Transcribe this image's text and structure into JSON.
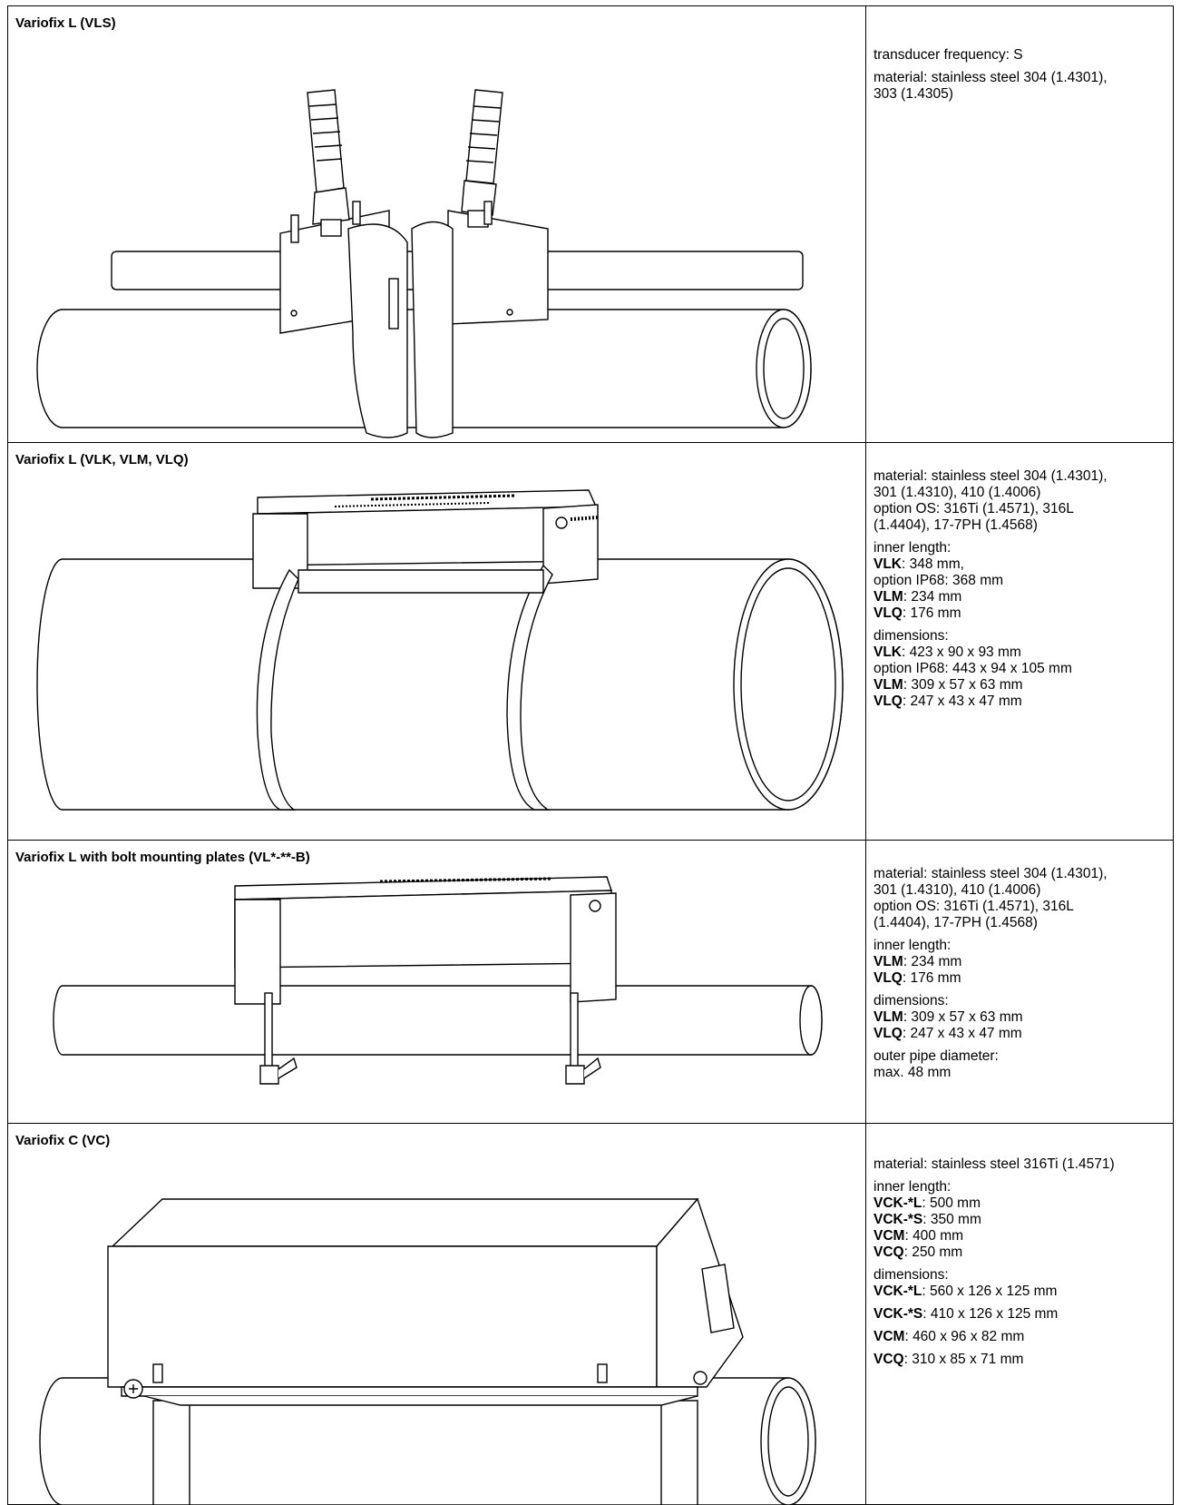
{
  "sections": [
    {
      "title": "Variofix L (VLS)",
      "figure": "variofix-l-vls-drawing",
      "specs": [
        {
          "lines": [
            {
              "bold": "",
              "text": "transducer frequency: S"
            }
          ]
        },
        {
          "lines": [
            {
              "bold": "",
              "text": "material: stainless steel 304 (1.4301),"
            },
            {
              "bold": "",
              "text": "303 (1.4305)"
            }
          ]
        }
      ]
    },
    {
      "title": "Variofix L (VLK, VLM, VLQ)",
      "figure": "variofix-l-vlk-drawing",
      "specs": [
        {
          "lines": [
            {
              "bold": "",
              "text": "material: stainless steel 304 (1.4301),"
            },
            {
              "bold": "",
              "text": "301 (1.4310), 410 (1.4006)"
            },
            {
              "bold": "",
              "text": "option OS: 316Ti (1.4571), 316L"
            },
            {
              "bold": "",
              "text": "(1.4404), 17-7PH (1.4568)"
            }
          ]
        },
        {
          "lines": [
            {
              "bold": "",
              "text": "inner length:"
            },
            {
              "bold": "VLK",
              "text": ": 348 mm,"
            },
            {
              "bold": "",
              "text": "option IP68: 368 mm"
            },
            {
              "bold": "VLM",
              "text": ": 234 mm"
            },
            {
              "bold": "VLQ",
              "text": ": 176 mm"
            }
          ]
        },
        {
          "lines": [
            {
              "bold": "",
              "text": "dimensions:"
            },
            {
              "bold": "VLK",
              "text": ": 423 x 90 x 93 mm"
            },
            {
              "bold": "",
              "text": "option IP68: 443 x 94 x 105 mm"
            },
            {
              "bold": "VLM",
              "text": ": 309 x 57 x 63 mm"
            },
            {
              "bold": "VLQ",
              "text": ": 247 x 43 x 47 mm"
            }
          ]
        }
      ]
    },
    {
      "title": "Variofix L with bolt mounting plates (VL*-**-B)",
      "figure": "variofix-l-bolt-drawing",
      "specs": [
        {
          "lines": [
            {
              "bold": "",
              "text": "material: stainless steel 304 (1.4301),"
            },
            {
              "bold": "",
              "text": "301 (1.4310), 410 (1.4006)"
            },
            {
              "bold": "",
              "text": "option OS: 316Ti (1.4571), 316L"
            },
            {
              "bold": "",
              "text": "(1.4404), 17-7PH (1.4568)"
            }
          ]
        },
        {
          "lines": [
            {
              "bold": "",
              "text": "inner length:"
            },
            {
              "bold": "VLM",
              "text": ": 234 mm"
            },
            {
              "bold": "VLQ",
              "text": ": 176 mm"
            }
          ]
        },
        {
          "lines": [
            {
              "bold": "",
              "text": "dimensions:"
            },
            {
              "bold": "VLM",
              "text": ": 309 x 57 x 63 mm"
            },
            {
              "bold": "VLQ",
              "text": ": 247 x 43 x 47 mm"
            }
          ]
        },
        {
          "lines": [
            {
              "bold": "",
              "text": "outer pipe diameter:"
            },
            {
              "bold": "",
              "text": "max. 48 mm"
            }
          ]
        }
      ]
    },
    {
      "title": "Variofix C (VC)",
      "figure": "variofix-c-drawing",
      "specs": [
        {
          "lines": [
            {
              "bold": "",
              "text": "material: stainless steel 316Ti (1.4571)"
            }
          ]
        },
        {
          "lines": [
            {
              "bold": "",
              "text": "inner length:"
            },
            {
              "bold": "VCK-*L",
              "text": ": 500 mm"
            },
            {
              "bold": "VCK-*S",
              "text": ": 350 mm"
            },
            {
              "bold": "VCM",
              "text": ": 400 mm"
            },
            {
              "bold": "VCQ",
              "text": ": 250 mm"
            }
          ]
        },
        {
          "lines": [
            {
              "bold": "",
              "text": "dimensions:"
            },
            {
              "bold": "VCK-*L",
              "text": ": 560 x 126 x 125 mm"
            }
          ]
        },
        {
          "lines": [
            {
              "bold": "VCK-*S",
              "text": ": 410 x 126 x 125 mm"
            }
          ]
        },
        {
          "lines": [
            {
              "bold": "VCM",
              "text": ": 460 x 96 x 82 mm"
            }
          ]
        },
        {
          "lines": [
            {
              "bold": "VCQ",
              "text": ": 310 x 85 x 71 mm"
            }
          ]
        }
      ]
    }
  ]
}
